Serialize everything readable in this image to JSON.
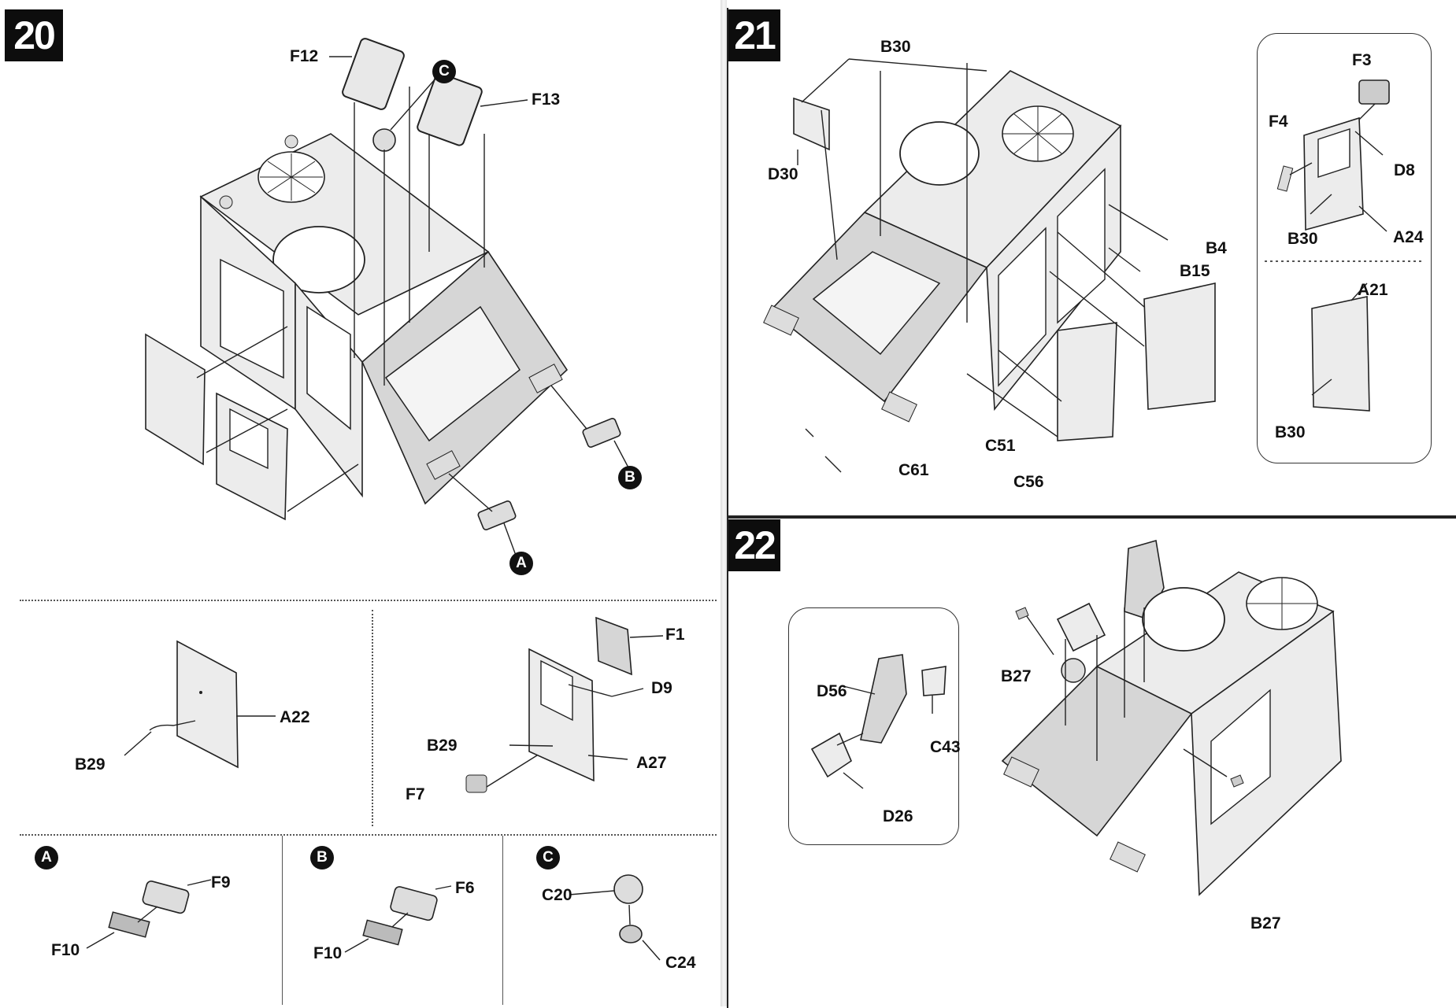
{
  "steps": {
    "s20": "20",
    "s21": "21",
    "s22": "22"
  },
  "markers": {
    "a": "A",
    "b": "B",
    "c": "C"
  },
  "labels": {
    "s20": {
      "f12": "F12",
      "f13": "F13",
      "b29_door": "B29",
      "a22": "A22",
      "f1": "F1",
      "d9": "D9",
      "b29_door2": "B29",
      "a27": "A27",
      "f7": "F7",
      "f9": "F9",
      "f10_a": "F10",
      "f6": "F6",
      "f10_b": "F10",
      "c20": "C20",
      "c24": "C24"
    },
    "s21": {
      "b30": "B30",
      "d30": "D30",
      "b4": "B4",
      "b15": "B15",
      "c51": "C51",
      "c61": "C61",
      "c56": "C56",
      "f3": "F3",
      "f4": "F4",
      "d8": "D8",
      "b30_inset1": "B30",
      "a24": "A24",
      "a21": "A21",
      "b30_inset2": "B30"
    },
    "s22": {
      "d56": "D56",
      "c43": "C43",
      "d26": "D26",
      "b27_top": "B27",
      "b27_bottom": "B27"
    }
  },
  "icons": {
    "vehicle_cab": "armored-cab-body-icon",
    "door": "door-panel-icon",
    "headlight": "headlight-icon",
    "fan": "ventilator-fan-icon"
  },
  "colors": {
    "ink": "#111111",
    "part_fill": "#ececec",
    "badge_bg": "#0d0d0d"
  }
}
